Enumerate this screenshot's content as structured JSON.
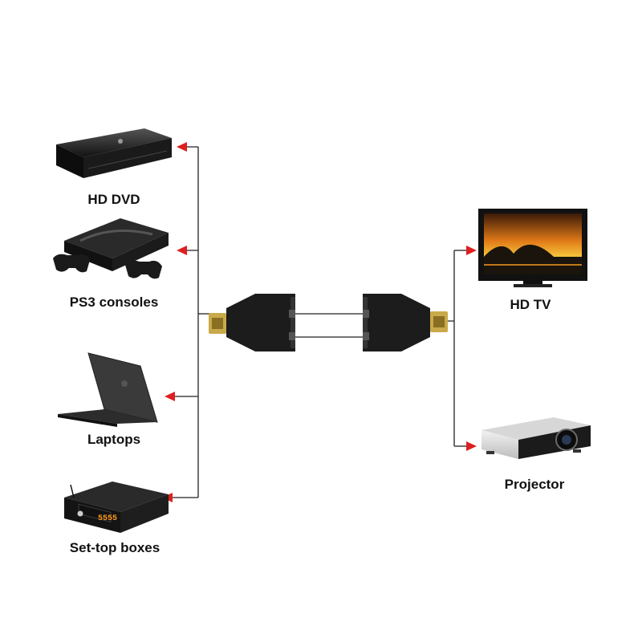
{
  "sources": [
    {
      "id": "hd-dvd",
      "label": "HD DVD",
      "icon": "dvd-player-icon"
    },
    {
      "id": "ps3",
      "label": "PS3 consoles",
      "icon": "game-console-icon"
    },
    {
      "id": "laptop",
      "label": "Laptops",
      "icon": "laptop-icon"
    },
    {
      "id": "set-top",
      "label": "Set-top boxes",
      "icon": "set-top-box-icon"
    }
  ],
  "displays": [
    {
      "id": "hd-tv",
      "label": "HD TV",
      "icon": "television-icon"
    },
    {
      "id": "projector",
      "label": "Projector",
      "icon": "projector-icon"
    }
  ],
  "stb_display_text": "5555",
  "colors": {
    "arrow": "#dd1f1f",
    "line": "#222222",
    "device": "#1c1c1c"
  }
}
